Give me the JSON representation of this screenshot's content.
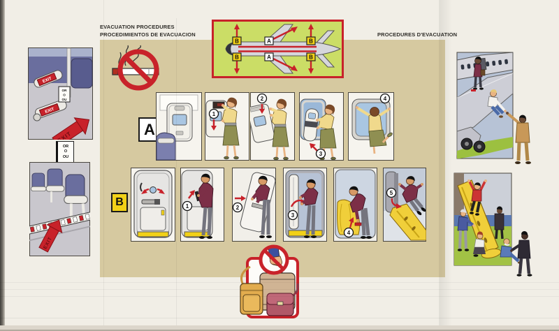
{
  "titles": {
    "en": "EVACUATION PROCEDURES",
    "es": "PROCEDIMIENTOS DE EVACUACION",
    "fr": "PROCEDURES D'EVACUATION"
  },
  "markers": {
    "a": "A",
    "b": "B"
  },
  "row_a": {
    "marker": "A",
    "steps": [
      "1",
      "2",
      "3",
      "4"
    ]
  },
  "row_b": {
    "marker": "B",
    "steps": [
      "1",
      "2",
      "3",
      "4",
      "5"
    ]
  },
  "or_label": {
    "en": "OR",
    "es": "O",
    "fr": "OU"
  },
  "exit_label": "EXIT",
  "symbols": {
    "no_smoking": "no-smoking",
    "no_carry_on_baggage": "no-carry-on-baggage"
  },
  "colors": {
    "card-cream": "#f1eee6",
    "panel-beige": "#d6c9a0",
    "diagram-green": "#cbdd66",
    "accent-red": "#c8222a",
    "marker-yellow": "#f2d117",
    "slide-yellow": "#f0cf3a",
    "cabin-blue": "#6a6e9e",
    "sky-blue": "#b7c3d6",
    "jacket-maroon": "#7c2f47",
    "blouse-yellow": "#f0d98c",
    "skirt-olive": "#8f8f52"
  }
}
